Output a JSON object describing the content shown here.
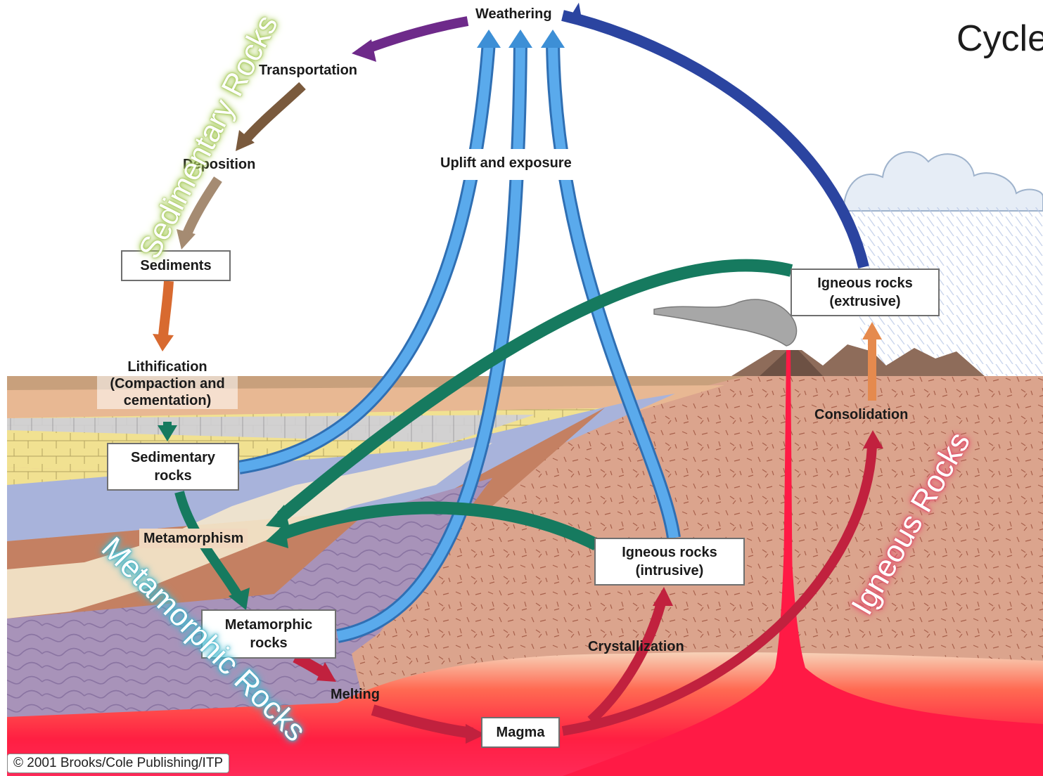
{
  "diagram": {
    "title": "Cycle",
    "credit": "© 2001 Brooks/Cole Publishing/ITP"
  },
  "processes": {
    "weathering": "Weathering",
    "transportation": "Transportation",
    "deposition": "Deposition",
    "uplift": "Uplift and exposure",
    "lithification_1": "Lithification",
    "lithification_2": "(Compaction and",
    "lithification_3": "cementation)",
    "metamorphism": "Metamorphism",
    "melting": "Melting",
    "crystallization": "Crystallization",
    "consolidation": "Consolidation"
  },
  "boxes": {
    "sediments": "Sediments",
    "sedimentary_1": "Sedimentary",
    "sedimentary_2": "rocks",
    "metamorphic_1": "Metamorphic",
    "metamorphic_2": "rocks",
    "magma": "Magma",
    "intrusive_1": "Igneous rocks",
    "intrusive_2": "(intrusive)",
    "extrusive_1": "Igneous rocks",
    "extrusive_2": "(extrusive)"
  },
  "groups": {
    "sedimentary": "Sedimentary Rocks",
    "metamorphic": "Metamorphic Rocks",
    "igneous": "Igneous Rocks"
  },
  "colors": {
    "uplift_arrow": "#3d8fd6",
    "weathering_return": "#2b44a0",
    "weathering_to_transport": "#6e2a8a",
    "transport_arrow": "#7a5a3d",
    "deposition_arrow": "#a58b72",
    "lithification_arrow": "#d86a30",
    "metamorphic_path": "#167a5f",
    "igneous_path": "#c1213e",
    "consolidation_arrow": "#e58a4e"
  }
}
